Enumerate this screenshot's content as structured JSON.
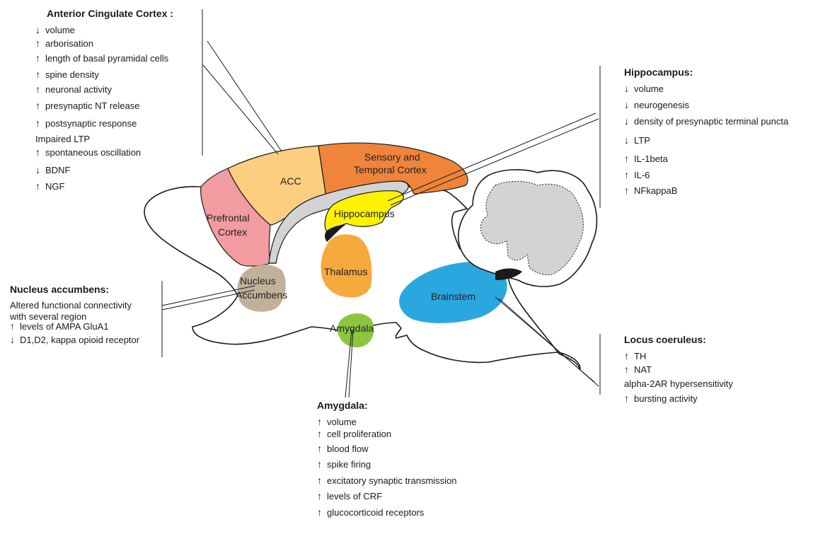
{
  "colors": {
    "prefrontal": "#F29BA0",
    "acc": "#FDCE80",
    "sensory_temporal": "#F0843A",
    "hippocampus": "#FEF200",
    "thalamus": "#F6A93C",
    "nucleus_accumbens": "#C2B19A",
    "amygdala": "#8CC63E",
    "brainstem": "#2BA7DF",
    "ventricle": "#D1D3D4",
    "outline": "#1a1a1a"
  },
  "regions": {
    "prefrontal": [
      "Prefrontal",
      "Cortex"
    ],
    "acc": "ACC",
    "sensory_temporal": [
      "Sensory and",
      "Temporal Cortex"
    ],
    "hippocampus": "Hippocampus",
    "thalamus": "Thalamus",
    "nucleus_accumbens": [
      "Nucleus",
      "Accumbens"
    ],
    "amygdala": "Amygdala",
    "brainstem": "Brainstem"
  },
  "panels": {
    "acc": {
      "title": "Anterior Cingulate Cortex :",
      "items": [
        {
          "arrow": "down",
          "text": "volume"
        },
        {
          "arrow": "up",
          "text": "arborisation"
        },
        {
          "arrow": "up",
          "text": "length of basal pyramidal cells"
        },
        {
          "arrow": "up",
          "text": "spine density"
        },
        {
          "arrow": "up",
          "text": "neuronal activity"
        },
        {
          "arrow": "up",
          "text": "presynaptic NT release"
        },
        {
          "arrow": "up",
          "text": "postsynaptic response"
        },
        {
          "arrow": "none",
          "text": "Impaired LTP"
        },
        {
          "arrow": "up",
          "text": "spontaneous oscillation"
        },
        {
          "arrow": "down",
          "text": "BDNF"
        },
        {
          "arrow": "up",
          "text": "NGF"
        }
      ]
    },
    "hippocampus": {
      "title": "Hippocampus:",
      "items": [
        {
          "arrow": "down",
          "text": "volume"
        },
        {
          "arrow": "down",
          "text": "neurogenesis"
        },
        {
          "arrow": "down",
          "text": "density of presynaptic terminal puncta"
        },
        {
          "arrow": "down",
          "text": "LTP"
        },
        {
          "arrow": "up",
          "text": "IL-1beta"
        },
        {
          "arrow": "up",
          "text": "IL-6"
        },
        {
          "arrow": "up",
          "text": "NFkappaB"
        }
      ]
    },
    "nucleus_accumbens": {
      "title": "Nucleus accumbens:",
      "items": [
        {
          "arrow": "none",
          "text": "Altered functional connectivity"
        },
        {
          "arrow": "none",
          "text": "with several region"
        },
        {
          "arrow": "up",
          "text": "levels of AMPA GluA1"
        },
        {
          "arrow": "down",
          "text": "D1,D2, kappa opioid receptor"
        }
      ]
    },
    "locus_coeruleus": {
      "title": "Locus coeruleus:",
      "items": [
        {
          "arrow": "up",
          "text": "TH"
        },
        {
          "arrow": "up",
          "text": "NAT"
        },
        {
          "arrow": "none",
          "text": "alpha-2AR hypersensitivity"
        },
        {
          "arrow": "up",
          "text": "bursting activity"
        }
      ]
    },
    "amygdala": {
      "title": "Amygdala:",
      "items": [
        {
          "arrow": "up",
          "text": "volume"
        },
        {
          "arrow": "up",
          "text": "cell proliferation"
        },
        {
          "arrow": "up",
          "text": "blood flow"
        },
        {
          "arrow": "up",
          "text": "spike firing"
        },
        {
          "arrow": "up",
          "text": "excitatory synaptic transmission"
        },
        {
          "arrow": "up",
          "text": "levels of CRF"
        },
        {
          "arrow": "up",
          "text": "glucocorticoid receptors"
        }
      ]
    }
  }
}
